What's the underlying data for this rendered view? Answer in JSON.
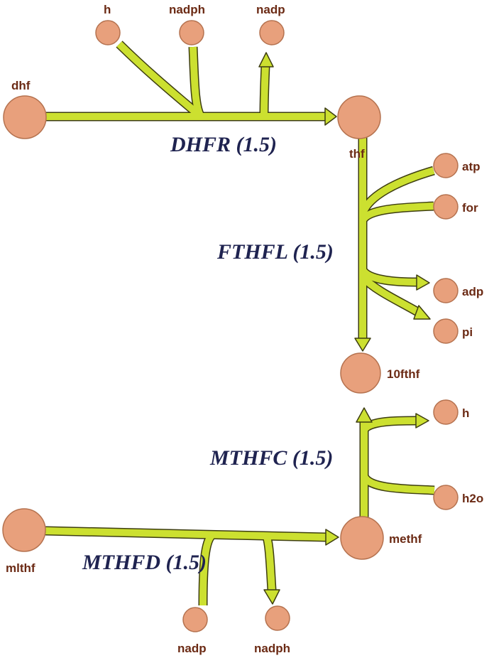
{
  "metabolites": {
    "dhf": "dhf",
    "thf": "thf",
    "h_top": "h",
    "nadph_top": "nadph",
    "nadp_top": "nadp",
    "atp": "atp",
    "for": "for",
    "adp": "adp",
    "pi": "pi",
    "fthf10": "10fthf",
    "h_mid": "h",
    "h2o": "h2o",
    "methf": "methf",
    "mlthf": "mlthf",
    "nadp_bottom": "nadp",
    "nadph_bottom": "nadph"
  },
  "reactions": {
    "dhfr": "DHFR (1.5)",
    "fthfl": "FTHFL (1.5)",
    "mthfc": "MTHFC (1.5)",
    "mthfd": "MTHFD (1.5)"
  },
  "colors": {
    "node_fill": "#e8a07c",
    "node_stroke": "#b5724f",
    "flux_fill": "#cce030",
    "flux_outline": "#3d3d10",
    "metabolite_text": "#6b2a14",
    "reaction_text": "#1f2350"
  }
}
